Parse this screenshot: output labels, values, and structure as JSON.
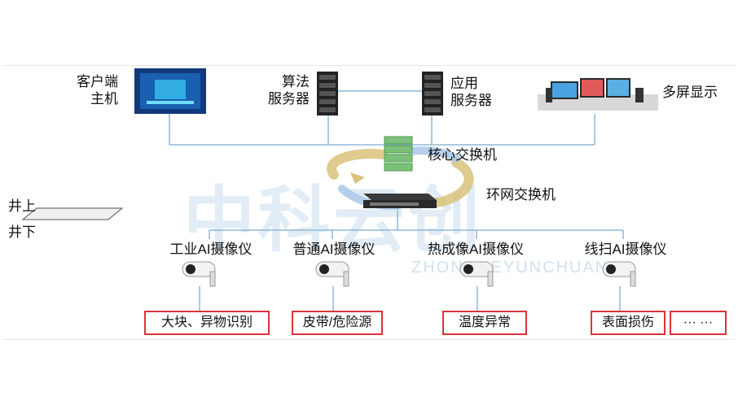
{
  "nodes": {
    "client_host": [
      "客户端",
      "主机"
    ],
    "algo_server": [
      "算法",
      "服务器"
    ],
    "app_server": [
      "应用",
      "服务器"
    ],
    "multi_screen": "多屏显示",
    "core_switch": "核心交换机",
    "ring_switch": "环网交换机"
  },
  "levels": {
    "above": "井上",
    "below": "井下"
  },
  "cameras": [
    {
      "name": "工业AI摄像仪",
      "task": "大块、异物识别"
    },
    {
      "name": "普通AI摄像仪",
      "task": "皮带/危险源"
    },
    {
      "name": "热成像AI摄像仪",
      "task": "温度异常"
    },
    {
      "name": "线扫AI摄像仪",
      "task": "表面损伤"
    }
  ],
  "more": "··· ···",
  "watermark": {
    "main": "中科云创",
    "sub": "ZHONGKEYUNCHUANG"
  },
  "colors": {
    "line": "#8fb8d8",
    "accent_box": "#d9343a",
    "arrow_gold": "#d9c27a",
    "arrow_blue": "#a9c8e8"
  }
}
